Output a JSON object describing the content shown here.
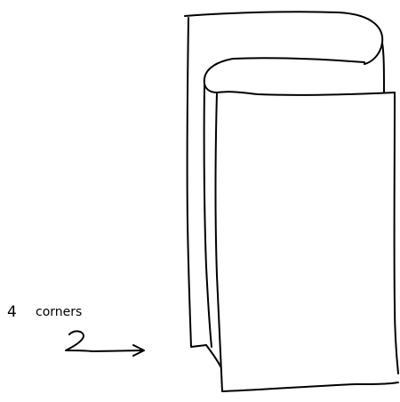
{
  "annotation": {
    "count_text": "4",
    "word_text": "corners",
    "number_marker": "2",
    "arrow_icon": "right-arrow"
  },
  "colors": {
    "ink": "#000000",
    "paper": "#ffffff"
  }
}
